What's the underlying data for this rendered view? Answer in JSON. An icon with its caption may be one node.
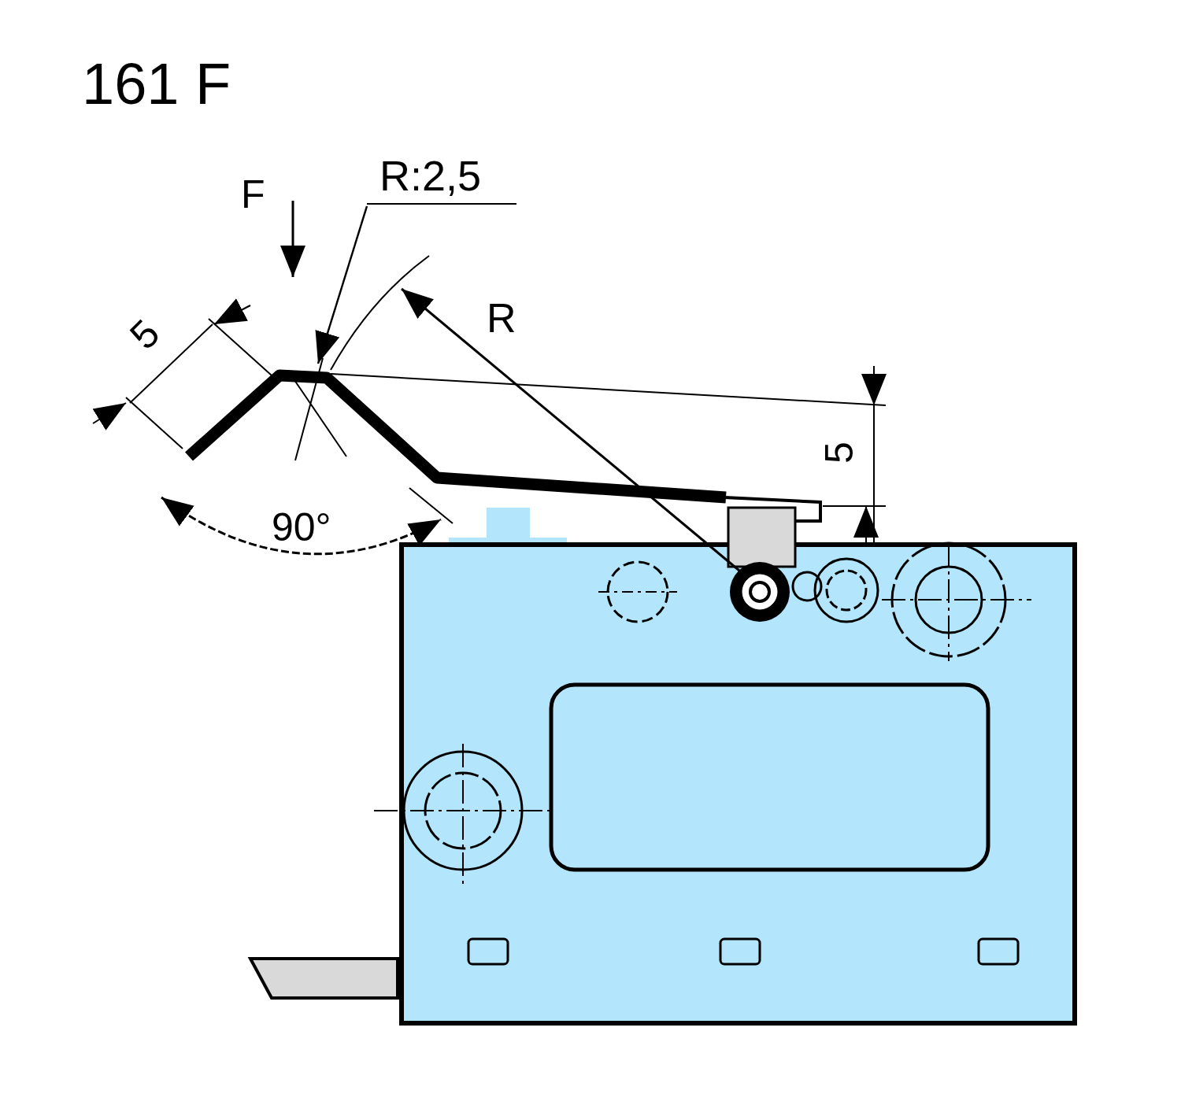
{
  "diagram": {
    "title": "161 F",
    "nodes": [
      {
        "text": [
          "R:2,5"
        ]
      },
      {
        "text": [],
        "shape": "bar"
      }
    ],
    "edges": [
      {
        "from": 0,
        "to": 1,
        "arrow": "to"
      }
    ],
    "labels": [
      "F",
      "R",
      "5",
      "5",
      "90°"
    ]
  }
}
